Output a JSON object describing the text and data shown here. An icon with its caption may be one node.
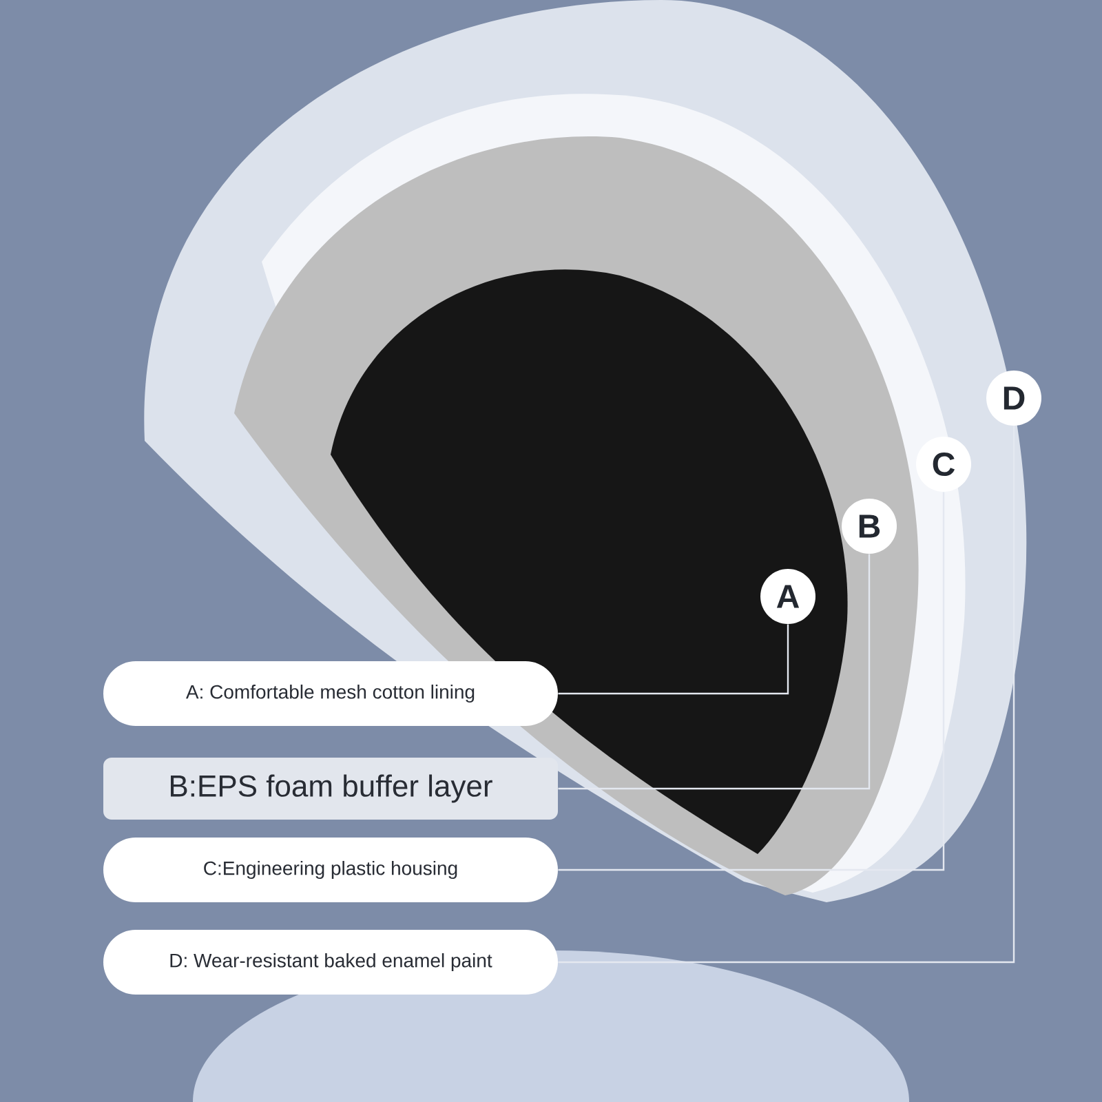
{
  "diagram": {
    "nodes": [
      {
        "text": [
          "A: Comfortable mesh cotton lining"
        ]
      },
      {
        "text": [
          "B:EPS foam buffer layer"
        ]
      },
      {
        "text": [
          "C:Engineering plastic housing"
        ]
      },
      {
        "text": [
          "D: Wear-resistant baked enamel paint"
        ]
      },
      {
        "text": [
          "A"
        ]
      },
      {
        "text": [
          "B"
        ]
      },
      {
        "text": [
          "C"
        ]
      },
      {
        "text": [
          "D"
        ]
      }
    ],
    "edges": [
      {
        "from": 0,
        "to": 4,
        "arrow": "none"
      },
      {
        "from": 1,
        "to": 5,
        "arrow": "none"
      },
      {
        "from": 2,
        "to": 6,
        "arrow": "none"
      },
      {
        "from": 3,
        "to": 7,
        "arrow": "none"
      }
    ]
  }
}
